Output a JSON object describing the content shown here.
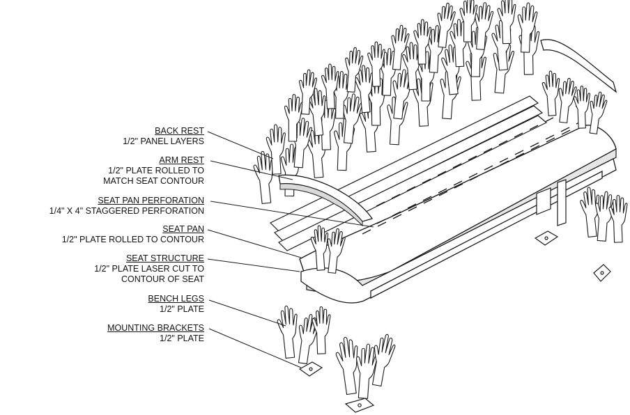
{
  "callouts": [
    {
      "id": "back-rest",
      "title": "BACK REST",
      "lines": [
        "1/2\" PANEL LAYERS"
      ]
    },
    {
      "id": "arm-rest",
      "title": "ARM REST",
      "lines": [
        "1/2\" PLATE ROLLED TO",
        "MATCH SEAT CONTOUR"
      ]
    },
    {
      "id": "seat-pan-perforation",
      "title": "SEAT PAN PERFORATION",
      "lines": [
        "1/4\" X 4\" STAGGERED PERFORATION"
      ]
    },
    {
      "id": "seat-pan",
      "title": "SEAT PAN",
      "lines": [
        "1/2\" PLATE ROLLED TO CONTOUR"
      ]
    },
    {
      "id": "seat-structure",
      "title": "SEAT STRUCTURE",
      "lines": [
        "1/2\" PLATE LASER CUT TO",
        "CONTOUR OF SEAT"
      ]
    },
    {
      "id": "bench-legs",
      "title": "BENCH LEGS",
      "lines": [
        "1/2\" PLATE"
      ]
    },
    {
      "id": "mounting-brackets",
      "title": "MOUNTING BRACKETS",
      "lines": [
        "1/2\" PLATE"
      ]
    }
  ],
  "colors": {
    "line": "#1a1a1a",
    "fill": "#ffffff",
    "shade": "#d9d9d9"
  }
}
